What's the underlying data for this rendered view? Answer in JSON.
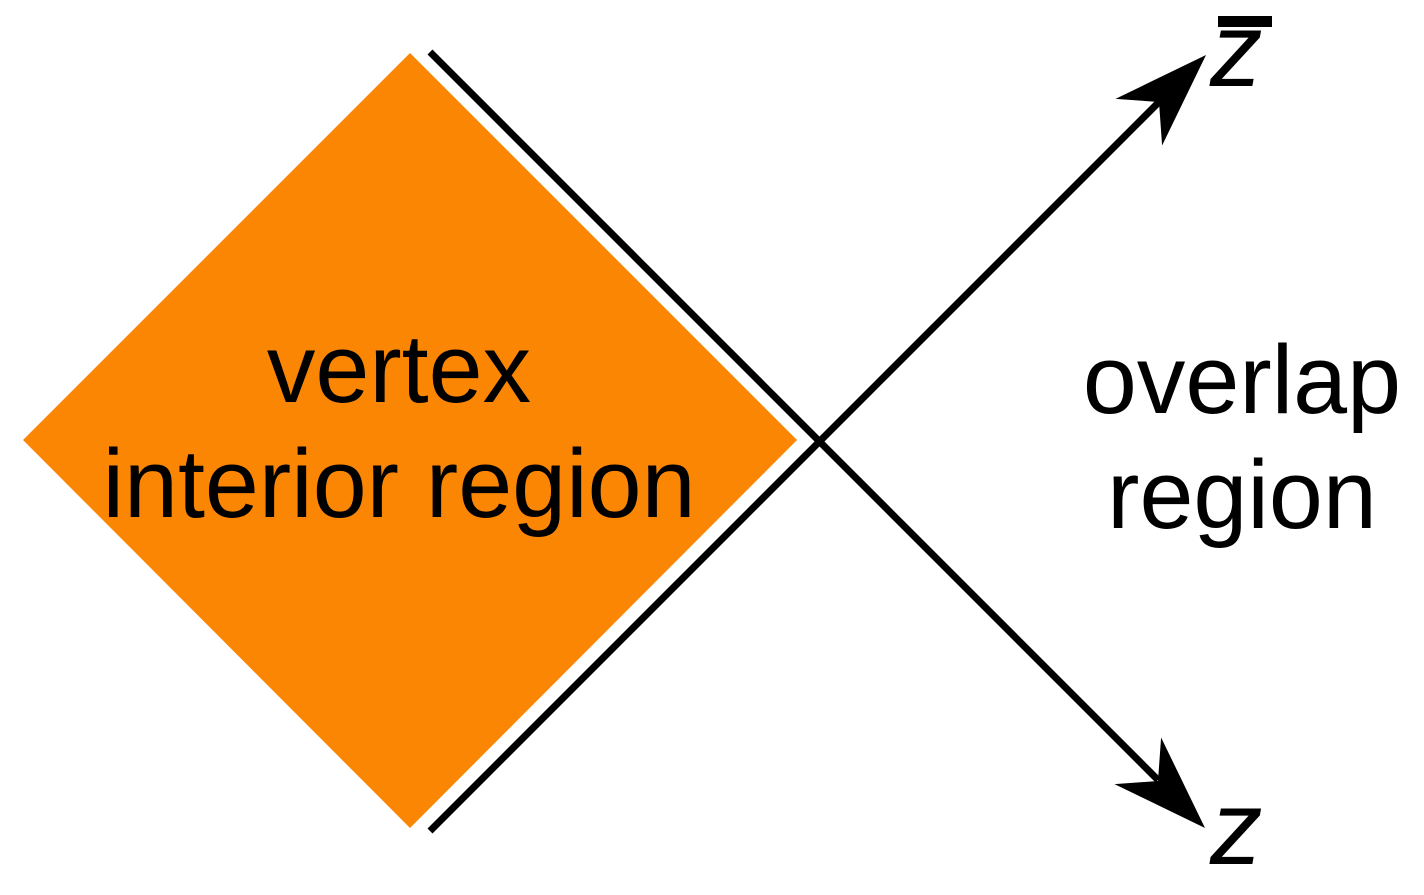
{
  "figure": {
    "diamond": {
      "label_line1": "vertex",
      "label_line2": "interior region",
      "fill_color": "#FB8604"
    },
    "overlap": {
      "label_line1": "overlap",
      "label_line2": "region"
    },
    "axes": {
      "zbar": {
        "letter": "z",
        "overbar": true
      },
      "z": {
        "letter": "z",
        "overbar": false
      }
    },
    "colors": {
      "line": "#000000",
      "text": "#000000",
      "background": "#FFFFFF"
    }
  }
}
